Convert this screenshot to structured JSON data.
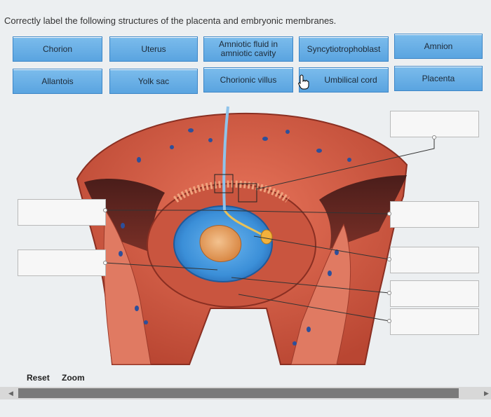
{
  "instruction": "Correctly label the following structures of the placenta and embryonic membranes.",
  "labels": [
    {
      "text": "Chorion"
    },
    {
      "text": "Uterus"
    },
    {
      "text": "Amniotic fluid in amniotic cavity"
    },
    {
      "text": "Syncytiotrophoblast"
    },
    {
      "text": "Amnion"
    },
    {
      "text": "Allantois"
    },
    {
      "text": "Yolk sac"
    },
    {
      "text": "Chorionic villus"
    },
    {
      "text": "Umbilical cord"
    },
    {
      "text": "Placenta"
    }
  ],
  "footer": {
    "reset_label": "Reset",
    "zoom_label": "Zoom"
  },
  "icons": {
    "cursor": "hand-pointer-icon",
    "scroll_left": "arrow-left-icon",
    "scroll_right": "arrow-right-icon"
  },
  "colors": {
    "label_fill": "#6aaee6",
    "label_border": "#3e86c6",
    "tissue": "#d9614a",
    "amnion": "#3b8fd8"
  }
}
